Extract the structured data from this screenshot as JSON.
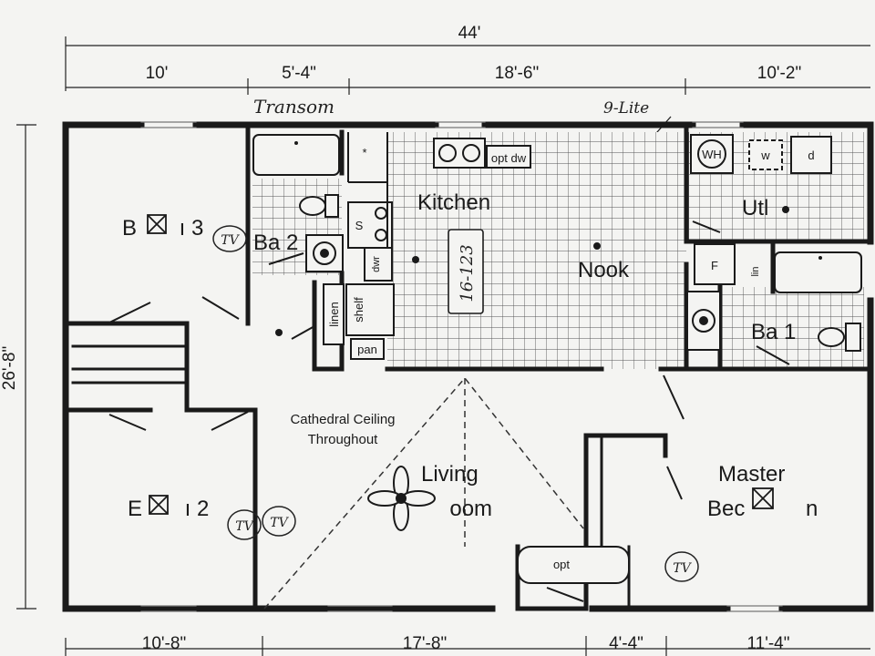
{
  "dimensions": {
    "overall_width": "44'",
    "top": [
      "10'",
      "5'-4\"",
      "18'-6\"",
      "10'-2\""
    ],
    "bottom": [
      "10'-8\"",
      "17'-8\"",
      "4'-4\"",
      "11'-4\""
    ],
    "overall_depth": "26'-8\""
  },
  "annotations": {
    "transom": "Transom",
    "nine_lite": "9-Lite",
    "model_number": "16-123",
    "cathedral_line1": "Cathedral Ceiling",
    "cathedral_line2": "Throughout",
    "tv_mark": "TV",
    "asterisk": "*"
  },
  "rooms": {
    "bedroom3": "B       ı 3",
    "bedroom2": "E       ı 2",
    "bath2": "Ba 2",
    "kitchen": "Kitchen",
    "nook": "Nook",
    "utility": "Utl",
    "bath1": "Ba 1",
    "living_line1": "Living",
    "living_line2": "        oom",
    "master_line1": "Master",
    "master_line2": "Bec          n"
  },
  "fixtures": {
    "opt_dw": "opt dw",
    "water_heater": "WH",
    "washer": "w",
    "dryer": "d",
    "linen": "linen",
    "shelf": "shelf",
    "pantry": "pan",
    "dryer_vent": "dwr",
    "linen_small": "lin",
    "range": "S",
    "fridge": "F",
    "opt": "opt"
  }
}
